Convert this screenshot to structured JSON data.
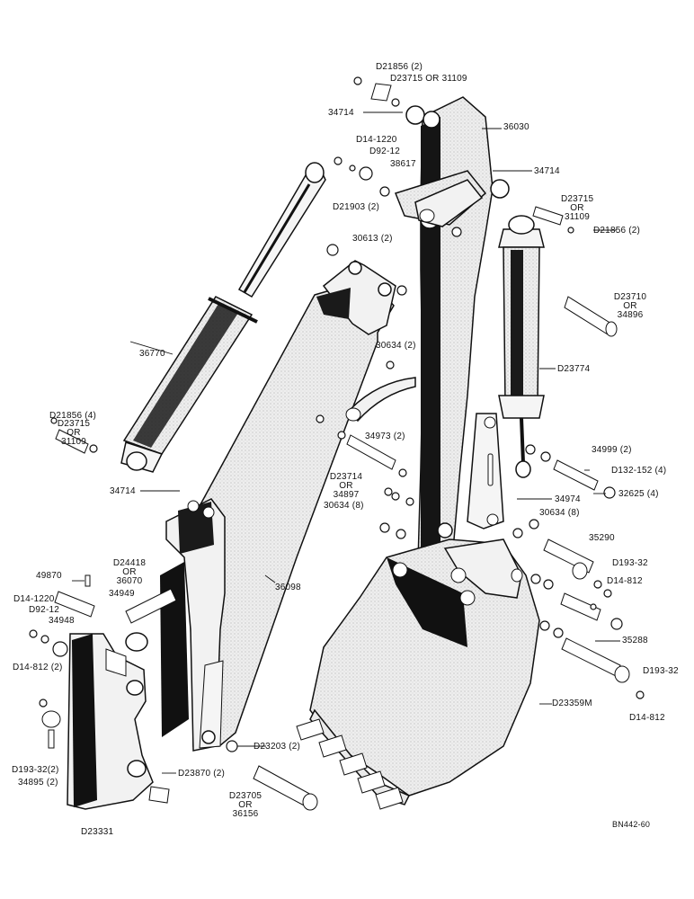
{
  "diagram": {
    "drawing_number": "BN442-60",
    "colors": {
      "ink": "#111111",
      "part_fill": "#e9e9e9",
      "shade": "#1a1a1a",
      "paper": "#ffffff"
    },
    "labels": {
      "d21856_top": "D21856 (2)",
      "d23715_top": "D23715 OR 31109",
      "p34714_top": "34714",
      "p36030": "36030",
      "d14_1220_top": "D14-1220",
      "d92_12_top": "D92-12",
      "p38617": "38617",
      "d21903": "D21903 (2)",
      "p34714_mid": "34714",
      "d23715_right_1": "D23715",
      "d23715_right_2": "OR",
      "d23715_right_3": "31109",
      "d21856_right": "D21856 (2)",
      "p30613": "30613 (2)",
      "d23710_1": "D23710",
      "d23710_2": "OR",
      "d23710_3": "34896",
      "p36770": "36770",
      "p30634_top": "30634 (2)",
      "d23774": "D23774",
      "d21856_left": "D21856 (4)",
      "d23715_left_1": "D23715",
      "d23715_left_2": "OR",
      "d23715_left_3": "31109",
      "p34973": "34973 (2)",
      "p34999": "34999 (2)",
      "d23714_1": "D23714",
      "d23714_2": "OR",
      "d23714_3": "34897",
      "d132_152": "D132-152 (4)",
      "p30634_8a": "30634 (8)",
      "p32625": "32625 (4)",
      "p34714_low": "34714",
      "p34974": "34974",
      "p30634_8b": "30634 (8)",
      "d24418_1": "D24418",
      "d24418_2": "OR",
      "d24418_3": "36070",
      "p35290": "35290",
      "p49870": "49870",
      "p34949": "34949",
      "d193_32_right_top": "D193-32",
      "d14_812_right_top": "D14-812",
      "d14_1220_left": "D14-1220",
      "d92_12_left": "D92-12",
      "p34948": "34948",
      "p36098": "36098",
      "p35288": "35288",
      "d14_812_left": "D14-812 (2)",
      "d193_32_right_low": "D193-32",
      "d23359m": "D23359M",
      "d14_812_right_low": "D14-812",
      "d23203": "D23203 (2)",
      "d193_32_left": "D193-32(2)",
      "p34895": "34895 (2)",
      "d23870": "D23870 (2)",
      "d23705_1": "D23705",
      "d23705_2": "OR",
      "d23705_3": "36156",
      "d23331": "D23331"
    }
  }
}
